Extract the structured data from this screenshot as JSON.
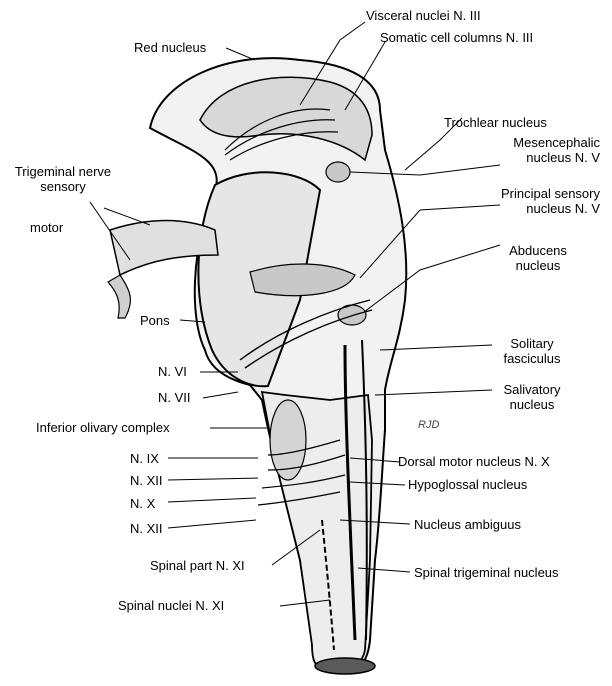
{
  "figure": {
    "labels": {
      "visceral_nuclei": "Visceral nuclei N. III",
      "red_nucleus": "Red nucleus",
      "somatic_cell_columns": "Somatic cell columns N. III",
      "trochlear_nucleus": "Trochlear nucleus",
      "mesencephalic_line1": "Mesencephalic",
      "mesencephalic_line2": "nucleus N. V",
      "trigeminal_line1": "Trigeminal nerve",
      "trigeminal_line2": "sensory",
      "motor": "motor",
      "principal_line1": "Principal sensory",
      "principal_line2": "nucleus N. V",
      "abducens_line1": "Abducens",
      "abducens_line2": "nucleus",
      "pons": "Pons",
      "solitary_line1": "Solitary",
      "solitary_line2": "fasciculus",
      "n_vi": "N. VI",
      "n_vii": "N. VII",
      "salivatory_line1": "Salivatory",
      "salivatory_line2": "nucleus",
      "inferior_olivary": "Inferior olivary complex",
      "n_ix": "N. IX",
      "dorsal_motor": "Dorsal motor nucleus N. X",
      "n_xii_upper": "N. XII",
      "hypoglossal": "Hypoglossal nucleus",
      "n_x": "N. X",
      "nucleus_ambiguus": "Nucleus ambiguus",
      "n_xii_lower": "N. XII",
      "spinal_part": "Spinal part N. XI",
      "spinal_trigeminal": "Spinal trigeminal nucleus",
      "spinal_nuclei": "Spinal nuclei N. XI",
      "signature": "RJD"
    },
    "colors": {
      "ink": "#000000",
      "stem_fill": "#f2f2f2",
      "shade": "#c8c8c8",
      "dark": "#5a5a5a"
    }
  }
}
